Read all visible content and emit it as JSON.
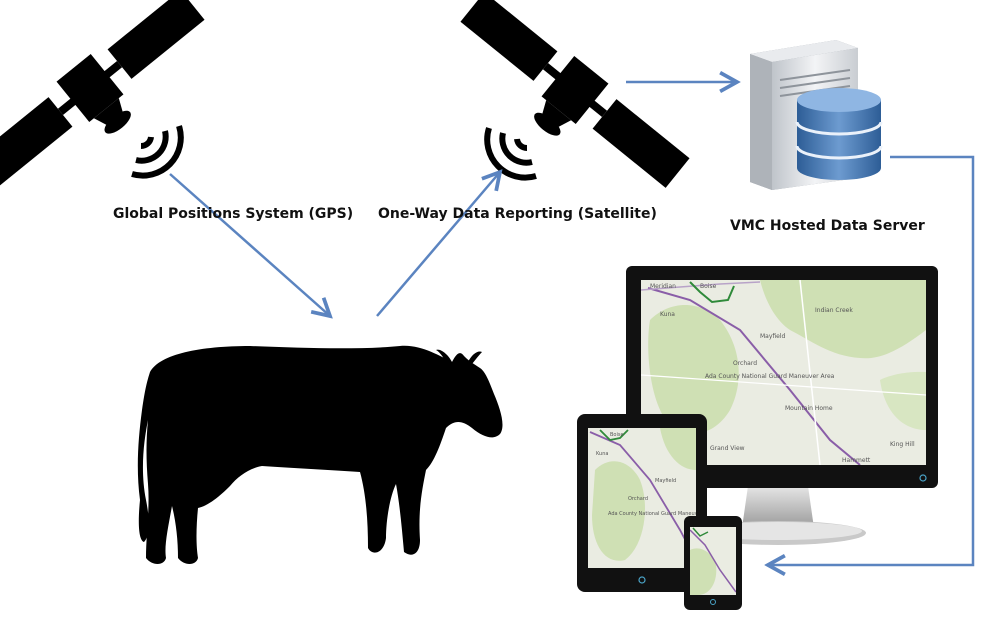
{
  "labels": {
    "gps": "Global Positions System (GPS)",
    "satellite_link": "One-Way Data Reporting (Satellite)",
    "server": "VMC Hosted Data Server"
  },
  "map_text": {
    "desktop": [
      "Meridian",
      "Boise",
      "Kuna",
      "Orchard",
      "Mayfield",
      "Ada County National Guard Maneuver Area",
      "Mountain Home",
      "Grand View",
      "Hammett",
      "King Hill",
      "Indian Creek"
    ],
    "tablet": [
      "Boise",
      "Kuna",
      "Mayfield",
      "Orchard",
      "Ada County National Guard Maneuver Area"
    ]
  },
  "colors": {
    "arrow": "#5b84c0",
    "silhouette": "#000000",
    "screen_frame": "#111111",
    "map_green": "#cfe0b4",
    "map_base": "#eaece2",
    "route": "#8a5ea8",
    "server_body": "#d9dde2",
    "db_blue": "#3f6fa8"
  },
  "icons": [
    "gps-satellite-icon",
    "reporting-satellite-icon",
    "server-icon",
    "database-icon",
    "cow-silhouette",
    "desktop-monitor-icon",
    "tablet-icon",
    "phone-icon"
  ]
}
